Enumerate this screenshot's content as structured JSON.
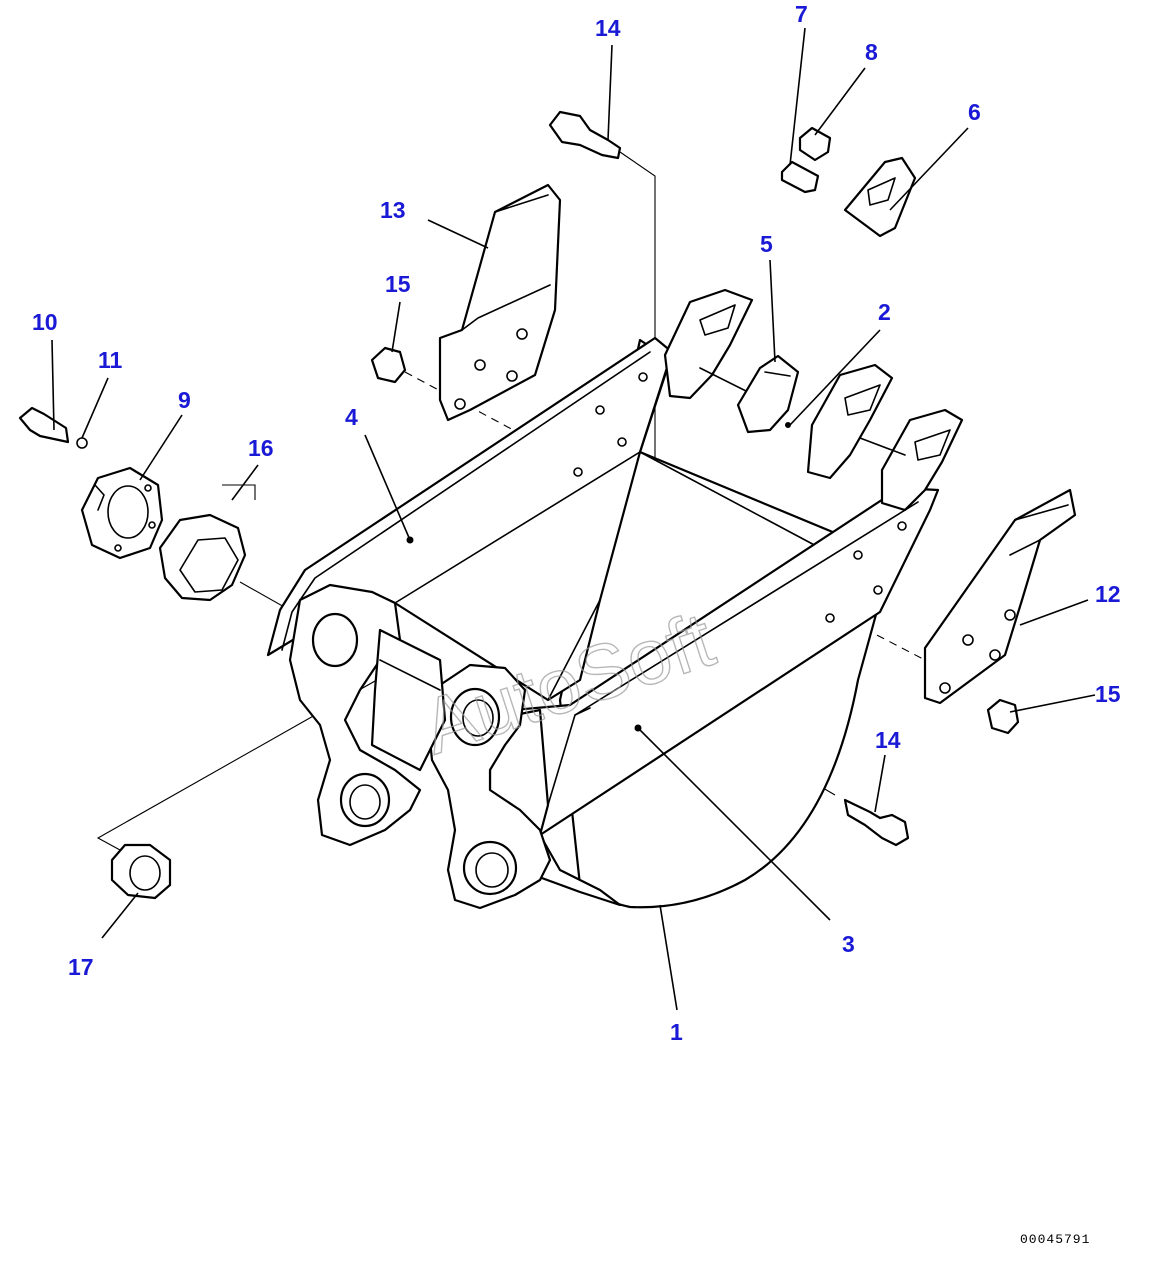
{
  "drawing_code": "00045791",
  "watermark": "AutoSoft",
  "colors": {
    "callout": "#1a1ad6",
    "line": "#000000",
    "watermark": "#9a9a9a"
  },
  "callouts": {
    "c1": "1",
    "c2": "2",
    "c3": "3",
    "c4": "4",
    "c5": "5",
    "c6": "6",
    "c7": "7",
    "c8": "8",
    "c9": "9",
    "c10": "10",
    "c11": "11",
    "c12": "12",
    "c13": "13",
    "c14a": "14",
    "c14b": "14",
    "c15a": "15",
    "c15b": "15",
    "c16": "16",
    "c17": "17"
  }
}
